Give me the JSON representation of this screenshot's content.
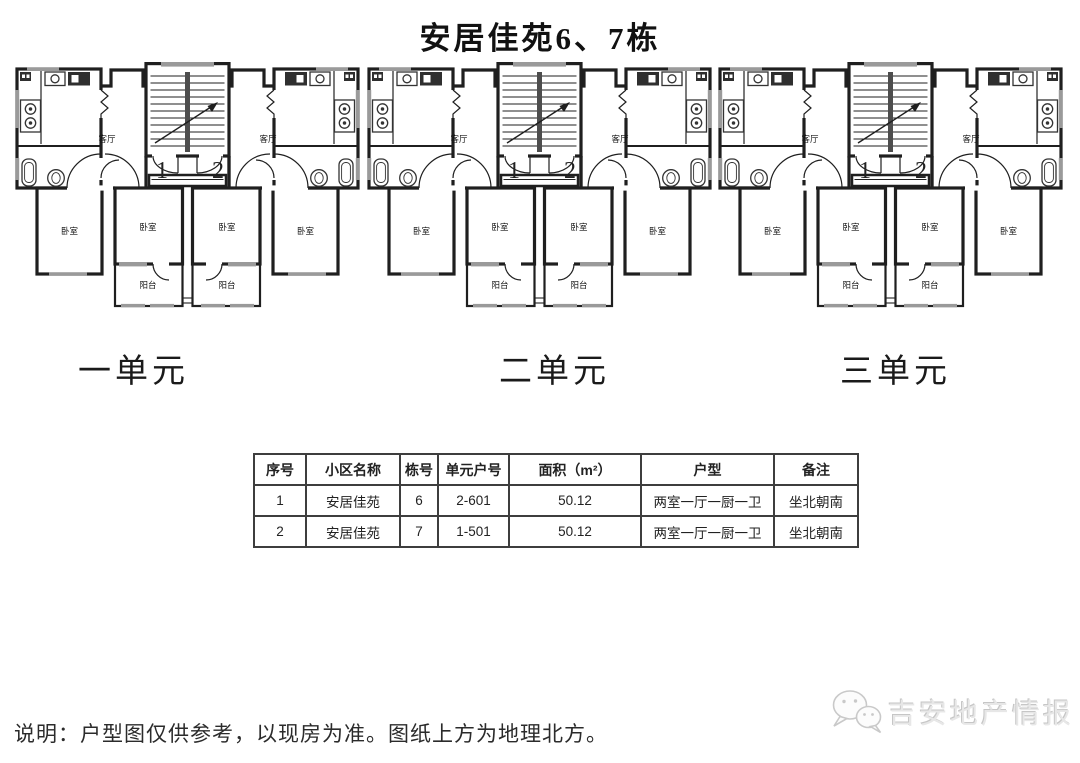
{
  "title": "安居佳苑6、7栋",
  "unit_labels": [
    "一单元",
    "二单元",
    "三单元"
  ],
  "plan": {
    "living": "客厅",
    "bedroom": "卧室",
    "balcony": "阳台",
    "door1": "1",
    "door2": "2"
  },
  "table": {
    "headers": [
      "序号",
      "小区名称",
      "栋号",
      "单元户号",
      "面积（m²）",
      "户型",
      "备注"
    ],
    "rows": [
      [
        "1",
        "安居佳苑",
        "6",
        "2-601",
        "50.12",
        "两室一厅一厨一卫",
        "坐北朝南"
      ],
      [
        "2",
        "安居佳苑",
        "7",
        "1-501",
        "50.12",
        "两室一厅一厨一卫",
        "坐北朝南"
      ]
    ]
  },
  "note": "说明：户型图仅供参考，以现房为准。图纸上方为地理北方。",
  "watermark": {
    "text": "吉安地产情报",
    "icon": "wechat-logo-icon"
  },
  "colors": {
    "wall": "#1f1f1f",
    "window_fill": "#9a9a9a",
    "table_border": "#3e3e3e",
    "watermark_gray": "#d9d9d9"
  }
}
